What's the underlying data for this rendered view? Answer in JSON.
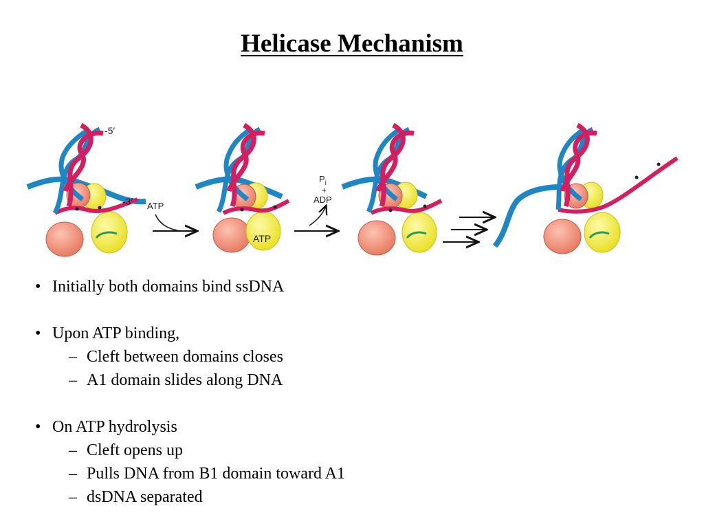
{
  "title": "Helicase Mechanism",
  "figure": {
    "label_5prime": "-5′",
    "label_3prime": "-3′",
    "label_atp_in": "ATP",
    "label_atp_bound": "ATP",
    "label_pi": "P",
    "label_pi_sub": "i",
    "label_plus": "+",
    "label_adp": "ADP",
    "colors": {
      "strand_pink": "#d31f5f",
      "strand_blue": "#1f86c6",
      "domain_a": "#f2937b",
      "domain_b": "#f3ee3a",
      "cleft": "#2a9a55"
    }
  },
  "bullets": [
    {
      "text": "Initially both domains bind ssDNA",
      "subs": []
    },
    {
      "text": "Upon ATP binding,",
      "subs": [
        "Cleft between domains closes",
        "A1 domain slides along DNA"
      ]
    },
    {
      "text": "On ATP hydrolysis",
      "subs": [
        "Cleft opens up",
        "Pulls DNA from B1 domain toward A1",
        "dsDNA separated"
      ]
    }
  ],
  "bullet_char": "•",
  "dash_char": "–"
}
